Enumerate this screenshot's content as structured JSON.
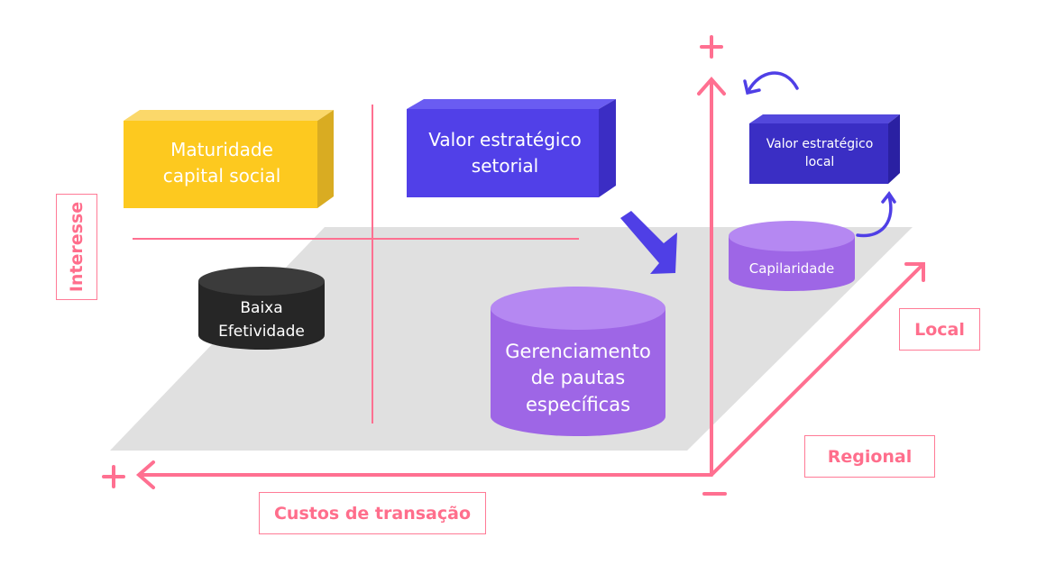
{
  "colors": {
    "axis": "#ff7091",
    "floor": "#e0e0e0",
    "yellow_front": "#fdc91f",
    "yellow_top": "#fbd86a",
    "yellow_side": "#d9ac22",
    "violet_front": "#5140e8",
    "violet_top": "#6a5cf2",
    "violet_side": "#3b2dc4",
    "navy_front": "#3a2ec4",
    "navy_top": "#5348dc",
    "navy_side": "#2a20a2",
    "purple_body": "#9e66e6",
    "purple_top": "#b588f2",
    "black_body": "#262626",
    "black_top": "#3b3b3b",
    "arrow_accent": "#4f3fe6"
  },
  "axes": {
    "vertical_label": "Interesse",
    "horizontal_label": "Custos de transação",
    "depth_near_label": "Regional",
    "depth_far_label": "Local",
    "plus_symbol": "+",
    "minus_symbol": "−"
  },
  "blocks": [
    {
      "id": "maturidade",
      "lines": [
        "Maturidade",
        "capital social"
      ]
    },
    {
      "id": "valor-setorial",
      "lines": [
        "Valor estratégico",
        "setorial"
      ]
    },
    {
      "id": "valor-local",
      "lines": [
        "Valor estratégico",
        "local"
      ]
    }
  ],
  "cylinders": [
    {
      "id": "baixa",
      "lines": [
        "Baixa",
        "Efetividade"
      ]
    },
    {
      "id": "gerenciamento",
      "lines": [
        "Gerenciamento",
        "de pautas",
        "específicas"
      ]
    },
    {
      "id": "capilaridade",
      "lines": [
        "Capilaridade"
      ]
    }
  ]
}
